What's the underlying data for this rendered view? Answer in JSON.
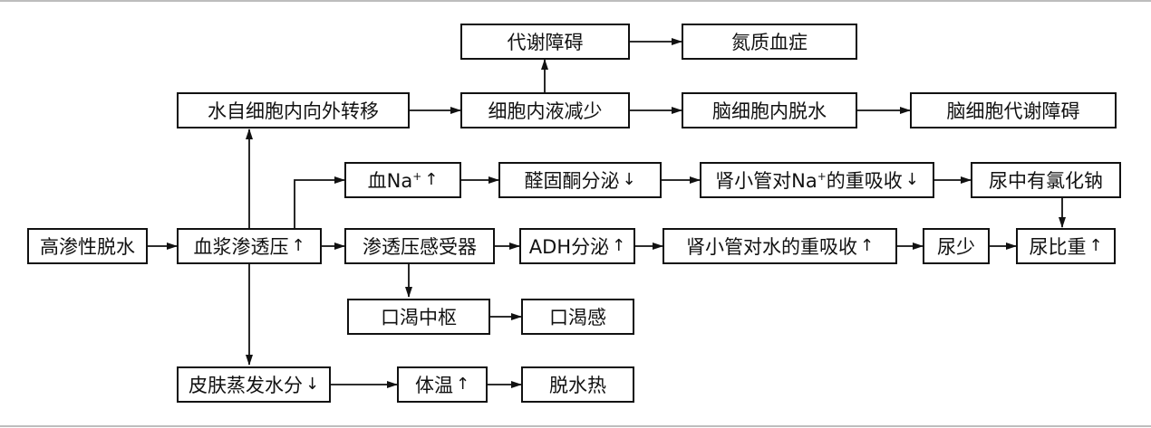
{
  "nodes": {
    "metabolic_disorder": "代谢障碍",
    "azotemia": "氮质血症",
    "water_shift": "水自细胞内向外转移",
    "icf_decrease": "细胞内液减少",
    "brain_dehydration": "脑细胞内脱水",
    "brain_metabolic_disorder": "脑细胞代谢障碍",
    "blood_na_prefix": "血Na",
    "blood_na_sup": "+",
    "aldosterone": "醛固酮分泌",
    "tubule_na_prefix": "肾小管对Na",
    "tubule_na_sup": "+",
    "tubule_na_suffix": "的重吸收",
    "urine_nacl": "尿中有氯化钠",
    "hypertonic_dehydration": "高渗性脱水",
    "plasma_osmolality": "血浆渗透压",
    "osmoreceptor": "渗透压感受器",
    "adh": "ADH分泌",
    "tubule_water": "肾小管对水的重吸收",
    "oliguria": "尿少",
    "urine_sg": "尿比重",
    "thirst_center": "口渴中枢",
    "thirst": "口渴感",
    "skin_evaporation": "皮肤蒸发水分",
    "body_temp": "体温",
    "dehydration_fever": "脱水热"
  },
  "symbols": {
    "up": "↑",
    "down": "↓"
  }
}
